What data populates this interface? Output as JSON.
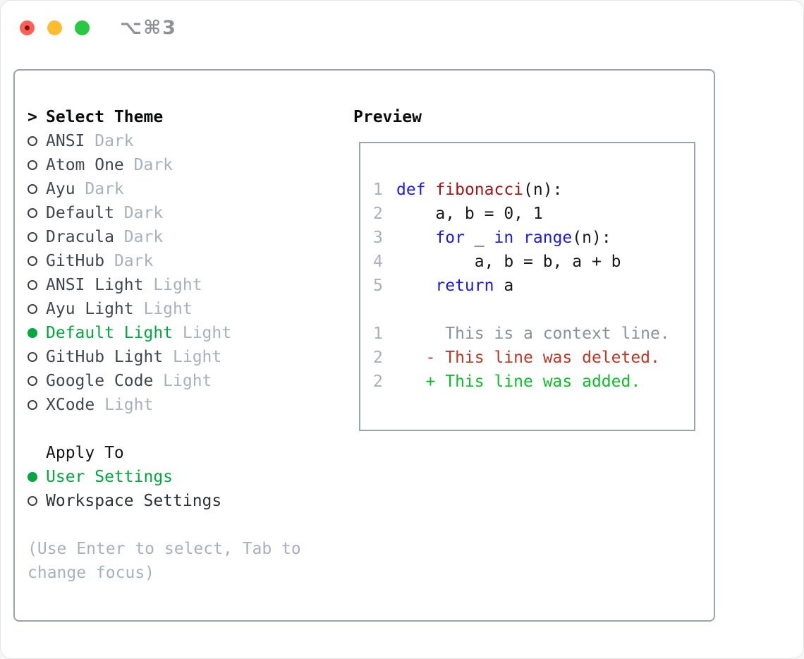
{
  "window": {
    "title": "⌥⌘3"
  },
  "theme_picker": {
    "header_marker": ">",
    "header_label": "Select Theme",
    "themes": [
      {
        "name": "ANSI",
        "variant": "Dark",
        "selected": false
      },
      {
        "name": "Atom One",
        "variant": "Dark",
        "selected": false
      },
      {
        "name": "Ayu",
        "variant": "Dark",
        "selected": false
      },
      {
        "name": "Default",
        "variant": "Dark",
        "selected": false
      },
      {
        "name": "Dracula",
        "variant": "Dark",
        "selected": false
      },
      {
        "name": "GitHub",
        "variant": "Dark",
        "selected": false
      },
      {
        "name": "ANSI Light",
        "variant": "Light",
        "selected": false
      },
      {
        "name": "Ayu Light",
        "variant": "Light",
        "selected": false
      },
      {
        "name": "Default Light",
        "variant": "Light",
        "selected": true
      },
      {
        "name": "GitHub Light",
        "variant": "Light",
        "selected": false
      },
      {
        "name": "Google Code",
        "variant": "Light",
        "selected": false
      },
      {
        "name": "XCode",
        "variant": "Light",
        "selected": false
      }
    ],
    "apply_to": {
      "label": "Apply To",
      "options": [
        {
          "label": "User Settings",
          "selected": true
        },
        {
          "label": "Workspace Settings",
          "selected": false
        }
      ]
    },
    "hint": "(Use Enter to select, Tab to change focus)"
  },
  "preview": {
    "label": "Preview",
    "code_lines": [
      {
        "num": "1",
        "segments": [
          [
            "def",
            "keyword"
          ],
          [
            " ",
            "code"
          ],
          [
            "fibonacci",
            "function"
          ],
          [
            "(n):",
            "code"
          ]
        ]
      },
      {
        "num": "2",
        "segments": [
          [
            "    a, b = 0, 1",
            "code"
          ]
        ]
      },
      {
        "num": "3",
        "segments": [
          [
            "    ",
            "code"
          ],
          [
            "for",
            "keyword"
          ],
          [
            " _ ",
            "code"
          ],
          [
            "in",
            "keyword"
          ],
          [
            " ",
            "code"
          ],
          [
            "range",
            "keyword"
          ],
          [
            "(n):",
            "code"
          ]
        ]
      },
      {
        "num": "4",
        "segments": [
          [
            "        a, b = b, a + b",
            "code"
          ]
        ]
      },
      {
        "num": "5",
        "segments": [
          [
            "    ",
            "code"
          ],
          [
            "return",
            "keyword"
          ],
          [
            " a",
            "code"
          ]
        ]
      }
    ],
    "diff_lines": [
      {
        "num": "1",
        "segments": [
          [
            "     This is a context line.",
            "context"
          ]
        ]
      },
      {
        "num": "2",
        "segments": [
          [
            "   - This line was deleted.",
            "deleted"
          ]
        ]
      },
      {
        "num": "2",
        "segments": [
          [
            "   + This line was added.",
            "added"
          ]
        ]
      }
    ]
  },
  "colors": {
    "keyword": "#1919eb",
    "function": "#a31515",
    "code": "#16181d",
    "line_number": "#a8b0bf",
    "context": "#8b919b",
    "deleted": "#c23321",
    "added": "#0ac029",
    "selected": "#00a83e",
    "item_text": "#41454d",
    "muted": "#a8b0bf",
    "heading": "#0b0c0e",
    "panel_border": "#99a3b0",
    "titlebar_text": "#8e9196",
    "traffic_red": "#ff5f57",
    "traffic_red_dot": "#7d150f",
    "traffic_yellow": "#febc2e",
    "traffic_green": "#28c840"
  }
}
